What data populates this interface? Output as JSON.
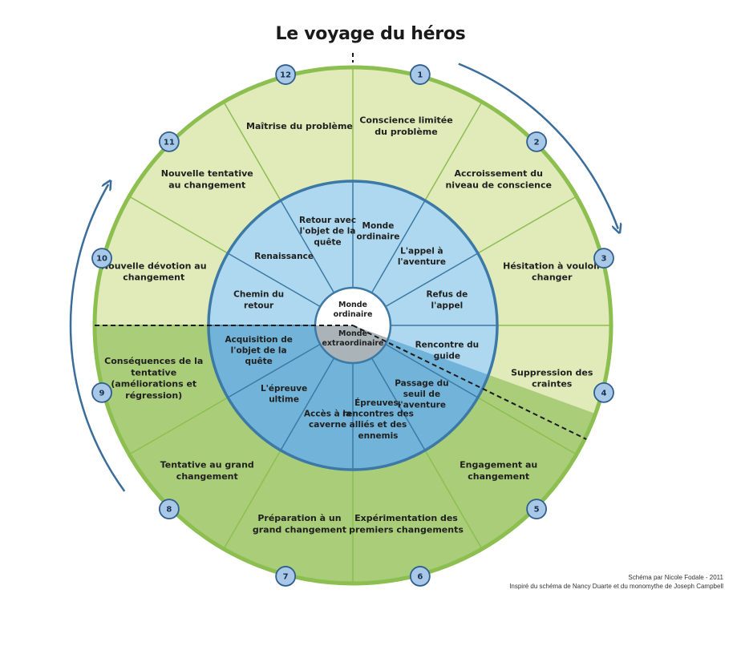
{
  "title": "Le voyage du héros",
  "colors": {
    "outer_light": "#e1eab9",
    "outer_dark": "#a9cd78",
    "outer_border": "#8cbf50",
    "inner_light": "#aed8ef",
    "inner_dark": "#72b4d9",
    "inner_border": "#3d79a6",
    "center_bottom": "#a9b3b8",
    "badge_fill": "#a9c8e8",
    "badge_stroke": "#2e5f8f",
    "arrow": "#3a6d9a"
  },
  "center": {
    "top": "Monde ordinaire",
    "bottom": "Monde extraordinaire"
  },
  "outer_stages": [
    {
      "num": "1",
      "label": "Conscience limitée du problème"
    },
    {
      "num": "2",
      "label": "Accroissement du niveau de conscience"
    },
    {
      "num": "3",
      "label": "Hésitation à vouloir changer"
    },
    {
      "num": "4",
      "label": "Suppression des craintes"
    },
    {
      "num": "5",
      "label": "Engagement au changement"
    },
    {
      "num": "6",
      "label": "Expérimentation des premiers changements"
    },
    {
      "num": "7",
      "label": "Préparation à un grand changement"
    },
    {
      "num": "8",
      "label": "Tentative au grand changement"
    },
    {
      "num": "9",
      "label": "Conséquences de la tentative (améliorations et régression)"
    },
    {
      "num": "10",
      "label": "Nouvelle dévotion au changement"
    },
    {
      "num": "11",
      "label": "Nouvelle tentative au changement"
    },
    {
      "num": "12",
      "label": "Maîtrise du problème"
    }
  ],
  "inner_stages": [
    {
      "label": "Monde ordinaire"
    },
    {
      "label": "L'appel à l'aventure"
    },
    {
      "label": "Refus de l'appel"
    },
    {
      "label": "Rencontre du guide"
    },
    {
      "label": "Passage du seuil de l'aventure"
    },
    {
      "label": "Épreuves, rencontres des alliés et des ennemis"
    },
    {
      "label": "Accès à la caverne"
    },
    {
      "label": "L'épreuve ultime"
    },
    {
      "label": "Acquisition de l'objet de la quête"
    },
    {
      "label": "Chemin du retour"
    },
    {
      "label": "Renaissance"
    },
    {
      "label": "Retour avec l'objet de la quête"
    }
  ],
  "credits": {
    "line1": "Schéma par Nicole Fodale - 2011",
    "line2": "Inspiré du schéma de Nancy Duarte et du monomythe de Joseph Campbell"
  }
}
